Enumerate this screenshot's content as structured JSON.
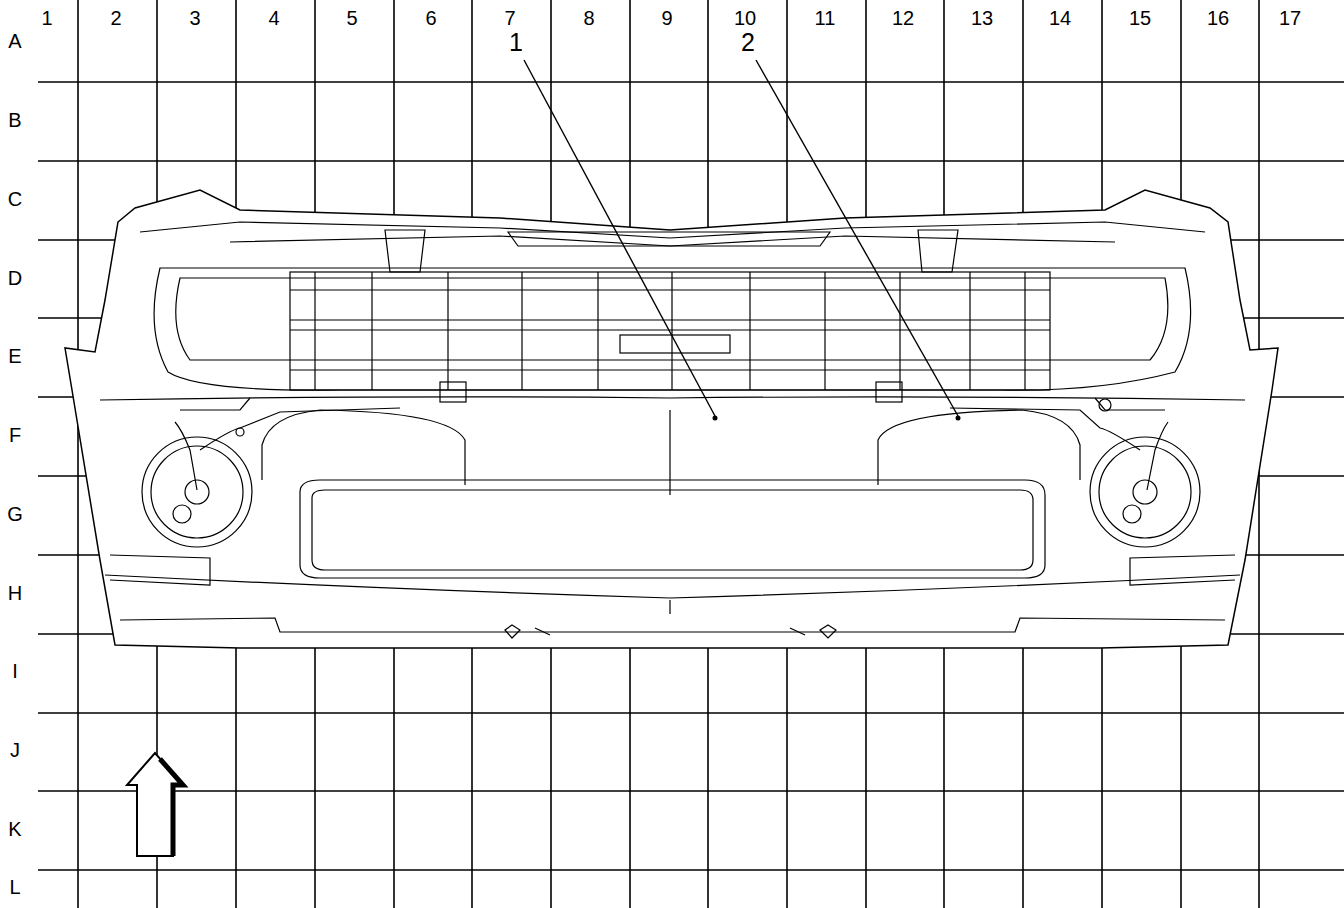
{
  "diagram": {
    "labels": [
      "1",
      "2",
      "3",
      "4",
      "5",
      "6",
      "7",
      "8",
      "9",
      "10",
      "11",
      "12",
      "13",
      "14",
      "15",
      "16",
      "17",
      "A",
      "B",
      "C",
      "D",
      "E",
      "F",
      "G",
      "H",
      "I",
      "J",
      "K",
      "L",
      "1",
      "2"
    ]
  }
}
